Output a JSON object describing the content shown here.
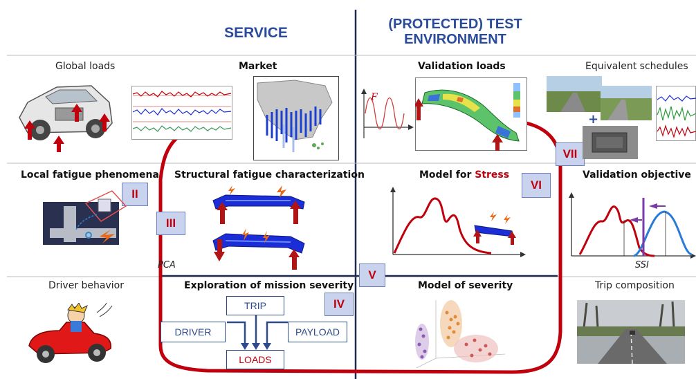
{
  "columns": {
    "service": "SERVICE",
    "test_env": "(PROTECTED) TEST ENVIRONMENT"
  },
  "cells": {
    "global_loads": "Global loads",
    "market": "Market",
    "validation_loads": "Validation loads",
    "equivalent_schedules": "Equivalent schedules",
    "local_fatigue": "Local fatigue phenomena",
    "structural_fatigue": "Structural fatigue characterization",
    "model_for": "Model for ",
    "stress": "Stress",
    "validation_objective": "Validation objective",
    "driver_behavior": "Driver behavior",
    "exploration": "Exploration of mission severity",
    "model_severity": "Model of severity",
    "trip_composition": "Trip composition"
  },
  "annotations": {
    "pca": "PCA",
    "ssi": "SSI",
    "force_symbol": "F",
    "plus": "+"
  },
  "steps": {
    "ii": "II",
    "iii": "III",
    "iv": "IV",
    "v": "V",
    "vi": "VI",
    "vii": "VII"
  },
  "flow": {
    "trip": "TRIP",
    "driver": "DRIVER",
    "payload": "PAYLOAD",
    "loads": "LOADS"
  },
  "colors": {
    "heading_blue": "#2a4a9c",
    "loop_red": "#c0000c",
    "step_box_fill": "#c9d3ee",
    "divider_navy": "#1f2a4d"
  }
}
